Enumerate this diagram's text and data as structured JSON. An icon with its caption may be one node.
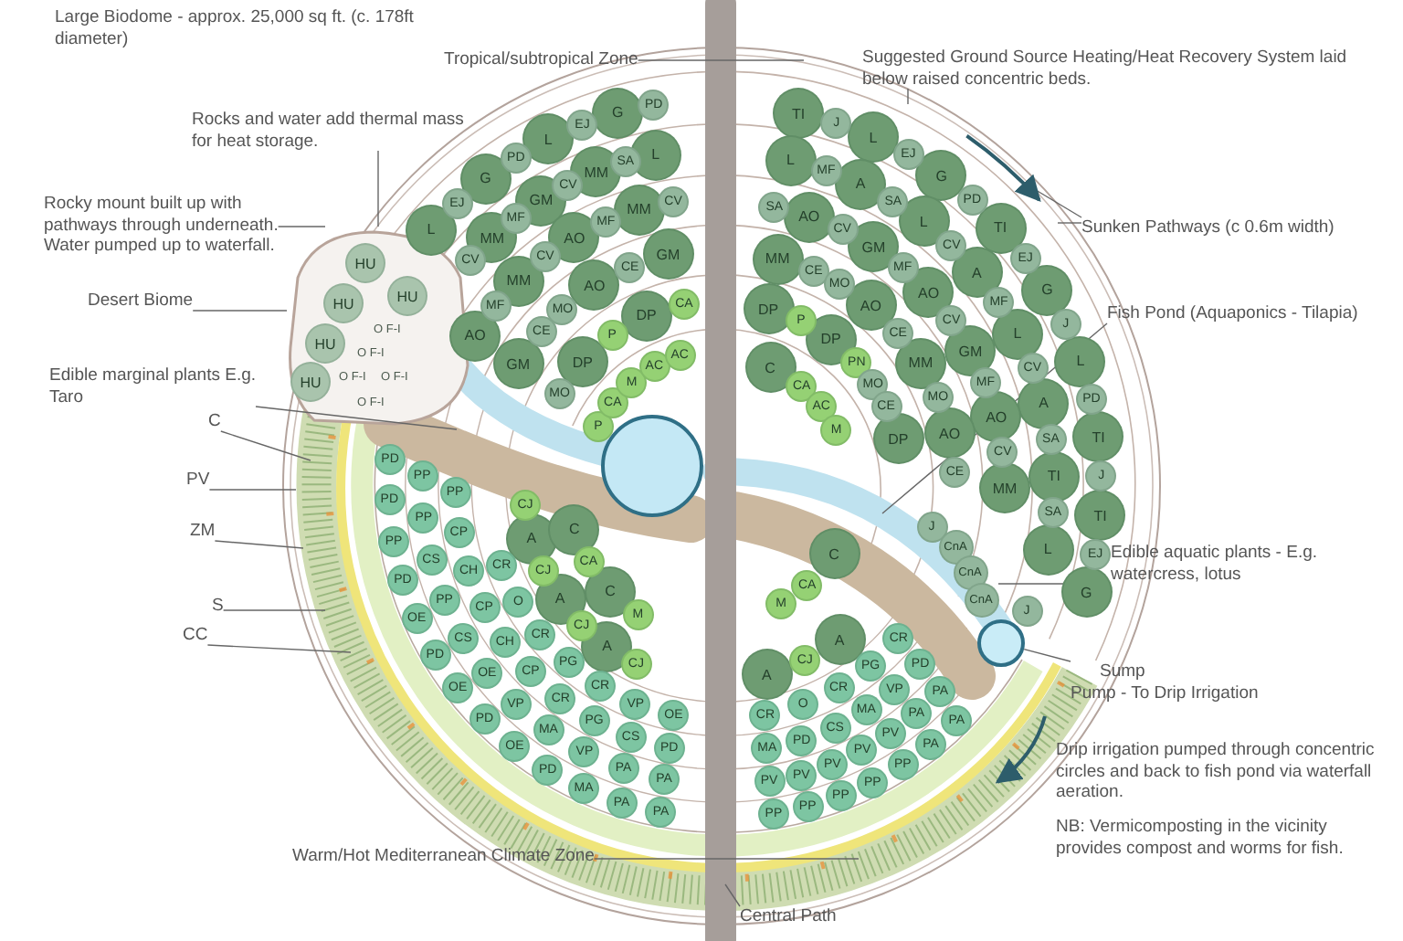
{
  "diagram": {
    "nodes": [
      {
        "text": [
          "Tropical/subtropical Zone"
        ]
      },
      {
        "text": [
          "Suggested Ground Source Heating/Heat Recovery System laid below raised concentric beds."
        ]
      },
      {
        "text": [
          "Rocks and water add thermal mass for heat storage."
        ]
      },
      {
        "text": [
          "Rocky mount built up with pathways through underneath. Water pumped up to waterfall."
        ]
      },
      {
        "text": [
          "Sunken Pathways (c 0.6m width)"
        ]
      },
      {
        "text": [
          "Desert Biome"
        ]
      },
      {
        "text": [
          "Fish Pond (Aquaponics - Tilapia)"
        ]
      },
      {
        "text": [
          "Edible marginal plants E.g. Taro"
        ]
      },
      {
        "text": [
          "C"
        ]
      },
      {
        "text": [
          "PV"
        ]
      },
      {
        "text": [
          "ZM"
        ]
      },
      {
        "text": [
          "Edible aquatic plants - E.g. watercress, lotus"
        ]
      },
      {
        "text": [
          "S"
        ]
      },
      {
        "text": [
          "CC"
        ]
      },
      {
        "text": [
          "Sump",
          "Pump - To Drip Irrigation"
        ]
      },
      {
        "text": [
          "Warm/Hot Mediterranean Climate Zone"
        ]
      },
      {
        "text": [
          "Central Path"
        ]
      },
      {
        "text": [],
        "shape": "circle"
      },
      {
        "text": [],
        "shape": "circle"
      },
      {
        "text": [],
        "shape": "box"
      },
      {
        "text": [
          "L"
        ]
      },
      {
        "text": [
          "EJ"
        ]
      },
      {
        "text": [
          "G"
        ]
      },
      {
        "text": [
          "PD"
        ]
      },
      {
        "text": [
          "L"
        ]
      },
      {
        "text": [
          "EJ"
        ]
      },
      {
        "text": [
          "G"
        ]
      },
      {
        "text": [
          "PD"
        ]
      },
      {
        "text": [
          "TI"
        ]
      },
      {
        "text": [
          "J"
        ]
      },
      {
        "text": [
          "L"
        ]
      },
      {
        "text": [
          "EJ"
        ]
      },
      {
        "text": [
          "G"
        ]
      },
      {
        "text": [
          "PD"
        ]
      },
      {
        "text": [
          "TI"
        ]
      },
      {
        "text": [
          "EJ"
        ]
      },
      {
        "text": [
          "G"
        ]
      },
      {
        "text": [
          "J"
        ]
      },
      {
        "text": [
          "L"
        ]
      },
      {
        "text": [
          "PD"
        ]
      },
      {
        "text": [
          "TI"
        ]
      },
      {
        "text": [
          "J"
        ]
      },
      {
        "text": [
          "TI"
        ]
      },
      {
        "text": [
          "EJ"
        ]
      },
      {
        "text": [
          "G"
        ]
      },
      {
        "text": [
          "CV"
        ]
      },
      {
        "text": [
          "MM"
        ]
      },
      {
        "text": [
          "MF"
        ]
      },
      {
        "text": [
          "GM"
        ]
      },
      {
        "text": [
          "CV"
        ]
      },
      {
        "text": [
          "MM"
        ]
      },
      {
        "text": [
          "SA"
        ]
      },
      {
        "text": [
          "L"
        ]
      },
      {
        "text": [
          "L"
        ]
      },
      {
        "text": [
          "MF"
        ]
      },
      {
        "text": [
          "A"
        ]
      },
      {
        "text": [
          "SA"
        ]
      },
      {
        "text": [
          "L"
        ]
      },
      {
        "text": [
          "CV"
        ]
      },
      {
        "text": [
          "A"
        ]
      },
      {
        "text": [
          "MF"
        ]
      },
      {
        "text": [
          "L"
        ]
      },
      {
        "text": [
          "CV"
        ]
      },
      {
        "text": [
          "A"
        ]
      },
      {
        "text": [
          "SA"
        ]
      },
      {
        "text": [
          "TI"
        ]
      },
      {
        "text": [
          "SA"
        ]
      },
      {
        "text": [
          "L"
        ]
      },
      {
        "text": [
          "AO"
        ]
      },
      {
        "text": [
          "MF"
        ]
      },
      {
        "text": [
          "MM"
        ]
      },
      {
        "text": [
          "CV"
        ]
      },
      {
        "text": [
          "AO"
        ]
      },
      {
        "text": [
          "MF"
        ]
      },
      {
        "text": [
          "MM"
        ]
      },
      {
        "text": [
          "CV"
        ]
      },
      {
        "text": [
          "SA"
        ]
      },
      {
        "text": [
          "AO"
        ]
      },
      {
        "text": [
          "CV"
        ]
      },
      {
        "text": [
          "GM"
        ]
      },
      {
        "text": [
          "MF"
        ]
      },
      {
        "text": [
          "AO"
        ]
      },
      {
        "text": [
          "CV"
        ]
      },
      {
        "text": [
          "GM"
        ]
      },
      {
        "text": [
          "MF"
        ]
      },
      {
        "text": [
          "AO"
        ]
      },
      {
        "text": [
          "CV"
        ]
      },
      {
        "text": [
          "MM"
        ]
      },
      {
        "text": [
          "GM"
        ]
      },
      {
        "text": [
          "CE"
        ]
      },
      {
        "text": [
          "MO"
        ]
      },
      {
        "text": [
          "AO"
        ]
      },
      {
        "text": [
          "CE"
        ]
      },
      {
        "text": [
          "GM"
        ]
      },
      {
        "text": [
          "MM"
        ]
      },
      {
        "text": [
          "CE"
        ]
      },
      {
        "text": [
          "MO"
        ]
      },
      {
        "text": [
          "AO"
        ]
      },
      {
        "text": [
          "CE"
        ]
      },
      {
        "text": [
          "MM"
        ]
      },
      {
        "text": [
          "MO"
        ]
      },
      {
        "text": [
          "AO"
        ]
      },
      {
        "text": [
          "CE"
        ]
      },
      {
        "text": [
          "MO"
        ]
      },
      {
        "text": [
          "DP"
        ]
      },
      {
        "text": [
          "P"
        ]
      },
      {
        "text": [
          "DP"
        ]
      },
      {
        "text": [
          "CA"
        ]
      },
      {
        "text": [
          "DP"
        ]
      },
      {
        "text": [
          "P"
        ]
      },
      {
        "text": [
          "DP"
        ]
      },
      {
        "text": [
          "PN"
        ]
      },
      {
        "text": [
          "MO"
        ]
      },
      {
        "text": [
          "CE"
        ]
      },
      {
        "text": [
          "DP"
        ]
      },
      {
        "text": [
          "P"
        ]
      },
      {
        "text": [
          "CA"
        ]
      },
      {
        "text": [
          "M"
        ]
      },
      {
        "text": [
          "AC"
        ]
      },
      {
        "text": [
          "AC"
        ]
      },
      {
        "text": [
          "C"
        ]
      },
      {
        "text": [
          "CA"
        ]
      },
      {
        "text": [
          "AC"
        ]
      },
      {
        "text": [
          "M"
        ]
      },
      {
        "text": [
          "HU"
        ],
        "in": 19
      },
      {
        "text": [
          "HU"
        ],
        "in": 19
      },
      {
        "text": [
          "HU"
        ],
        "in": 19
      },
      {
        "text": [
          "HU"
        ],
        "in": 19
      },
      {
        "text": [
          "HU"
        ],
        "in": 19
      },
      {
        "text": [
          "O F-I"
        ],
        "in": 19
      },
      {
        "text": [
          "O F-I"
        ],
        "in": 19
      },
      {
        "text": [
          "O F-I"
        ],
        "in": 19
      },
      {
        "text": [
          "O F-I"
        ],
        "in": 19
      },
      {
        "text": [
          "O F-I"
        ],
        "in": 19
      },
      {
        "text": [
          "J"
        ]
      },
      {
        "text": [
          "CnA"
        ]
      },
      {
        "text": [
          "CnA"
        ]
      },
      {
        "text": [
          "CnA"
        ]
      },
      {
        "text": [
          "J"
        ]
      },
      {
        "text": [
          "PA"
        ]
      },
      {
        "text": [
          "PA"
        ]
      },
      {
        "text": [
          "MA"
        ]
      },
      {
        "text": [
          "PD"
        ]
      },
      {
        "text": [
          "OE"
        ]
      },
      {
        "text": [
          "PD"
        ]
      },
      {
        "text": [
          "OE"
        ]
      },
      {
        "text": [
          "PD"
        ]
      },
      {
        "text": [
          "OE"
        ]
      },
      {
        "text": [
          "PD"
        ]
      },
      {
        "text": [
          "PP"
        ]
      },
      {
        "text": [
          "PD"
        ]
      },
      {
        "text": [
          "PD"
        ]
      },
      {
        "text": [
          "PA"
        ]
      },
      {
        "text": [
          "PA"
        ]
      },
      {
        "text": [
          "VP"
        ]
      },
      {
        "text": [
          "MA"
        ]
      },
      {
        "text": [
          "VP"
        ]
      },
      {
        "text": [
          "OE"
        ]
      },
      {
        "text": [
          "CS"
        ]
      },
      {
        "text": [
          "PP"
        ]
      },
      {
        "text": [
          "CS"
        ]
      },
      {
        "text": [
          "PP"
        ]
      },
      {
        "text": [
          "PP"
        ]
      },
      {
        "text": [
          "PD"
        ]
      },
      {
        "text": [
          "CS"
        ]
      },
      {
        "text": [
          "PG"
        ]
      },
      {
        "text": [
          "CR"
        ]
      },
      {
        "text": [
          "CP"
        ]
      },
      {
        "text": [
          "CH"
        ]
      },
      {
        "text": [
          "CP"
        ]
      },
      {
        "text": [
          "CH"
        ]
      },
      {
        "text": [
          "CP"
        ]
      },
      {
        "text": [
          "PP"
        ]
      },
      {
        "text": [
          "OE"
        ]
      },
      {
        "text": [
          "VP"
        ]
      },
      {
        "text": [
          "CR"
        ]
      },
      {
        "text": [
          "PG"
        ]
      },
      {
        "text": [
          "CR"
        ]
      },
      {
        "text": [
          "O"
        ]
      },
      {
        "text": [
          "CR"
        ]
      },
      {
        "text": [
          "CJ"
        ]
      },
      {
        "text": [
          "A"
        ]
      },
      {
        "text": [
          "CJ"
        ]
      },
      {
        "text": [
          "A"
        ]
      },
      {
        "text": [
          "CJ"
        ]
      },
      {
        "text": [
          "A"
        ]
      },
      {
        "text": [
          "CJ"
        ]
      },
      {
        "text": [
          "M"
        ]
      },
      {
        "text": [
          "C"
        ]
      },
      {
        "text": [
          "CA"
        ]
      },
      {
        "text": [
          "C"
        ]
      },
      {
        "text": [
          "PA"
        ]
      },
      {
        "text": [
          "PA"
        ]
      },
      {
        "text": [
          "PP"
        ]
      },
      {
        "text": [
          "PP"
        ]
      },
      {
        "text": [
          "PP"
        ]
      },
      {
        "text": [
          "PP"
        ]
      },
      {
        "text": [
          "PP"
        ]
      },
      {
        "text": [
          "PA"
        ]
      },
      {
        "text": [
          "PA"
        ]
      },
      {
        "text": [
          "PV"
        ]
      },
      {
        "text": [
          "PV"
        ]
      },
      {
        "text": [
          "PV"
        ]
      },
      {
        "text": [
          "PV"
        ]
      },
      {
        "text": [
          "PV"
        ]
      },
      {
        "text": [
          "PD"
        ]
      },
      {
        "text": [
          "VP"
        ]
      },
      {
        "text": [
          "MA"
        ]
      },
      {
        "text": [
          "CS"
        ]
      },
      {
        "text": [
          "PD"
        ]
      },
      {
        "text": [
          "MA"
        ]
      },
      {
        "text": [
          "CR"
        ]
      },
      {
        "text": [
          "PG"
        ]
      },
      {
        "text": [
          "CR"
        ]
      },
      {
        "text": [
          "O"
        ]
      },
      {
        "text": [
          "CR"
        ]
      },
      {
        "text": [
          "A"
        ]
      },
      {
        "text": [
          "CJ"
        ]
      },
      {
        "text": [
          "A"
        ]
      },
      {
        "text": [
          "C"
        ]
      },
      {
        "text": [
          "CA"
        ]
      },
      {
        "text": [
          "M"
        ]
      }
    ],
    "edges": [
      {
        "from": 0,
        "to": null,
        "arrow": "none"
      },
      {
        "from": 1,
        "to": null,
        "arrow": "none"
      },
      {
        "from": 2,
        "to": 19,
        "arrow": "none"
      },
      {
        "from": 3,
        "to": 19,
        "arrow": "none"
      },
      {
        "from": 4,
        "to": null,
        "arrow": "none"
      },
      {
        "from": 4,
        "to": null,
        "arrow": "none"
      },
      {
        "from": 5,
        "to": 19,
        "arrow": "none"
      },
      {
        "from": 6,
        "to": null,
        "arrow": "none"
      },
      {
        "from": 7,
        "to": null,
        "arrow": "none"
      },
      {
        "from": 8,
        "to": null,
        "arrow": "none"
      },
      {
        "from": 9,
        "to": null,
        "arrow": "none"
      },
      {
        "from": 10,
        "to": null,
        "arrow": "none"
      },
      {
        "from": 11,
        "to": 137,
        "arrow": "none"
      },
      {
        "from": 12,
        "to": null,
        "arrow": "none"
      },
      {
        "from": 13,
        "to": null,
        "arrow": "none"
      },
      {
        "from": 14,
        "to": 17,
        "arrow": "none"
      },
      {
        "from": 15,
        "to": null,
        "arrow": "none"
      },
      {
        "from": 16,
        "to": null,
        "arrow": "none"
      }
    ],
    "labels": [
      "Large Biodome - approx. 25,000 sq ft. (c. 178ft diameter)",
      "Drip irrigation pumped through concentric circles and back to fish pond via waterfall aeration.",
      "NB: Vermicomposting in the vicinity provides compost and worms for fish."
    ]
  }
}
